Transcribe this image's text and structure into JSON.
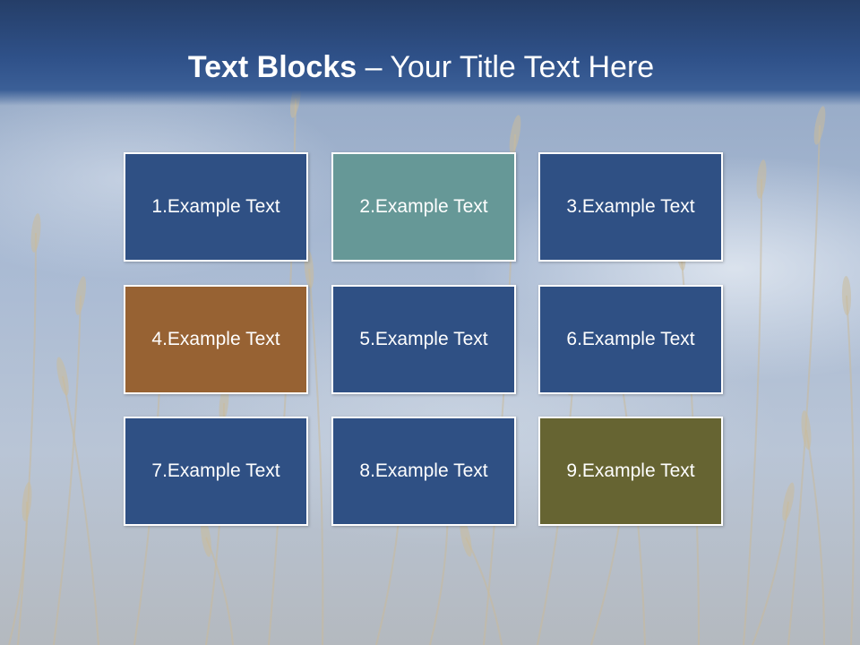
{
  "title": {
    "bold": "Text Blocks",
    "separator": " – ",
    "rest": "Your Title Text Here"
  },
  "colors": {
    "blue": "#2f5084",
    "teal": "#669897",
    "brown": "#976233",
    "olive": "#666432"
  },
  "blocks": [
    {
      "label": "1.Example Text",
      "color": "#2f5084"
    },
    {
      "label": "2.Example Text",
      "color": "#669897"
    },
    {
      "label": "3.Example Text",
      "color": "#2f5084"
    },
    {
      "label": "4.Example Text",
      "color": "#976233"
    },
    {
      "label": "5.Example Text",
      "color": "#2f5084"
    },
    {
      "label": "6.Example Text",
      "color": "#2f5084"
    },
    {
      "label": "7.Example Text",
      "color": "#2f5084"
    },
    {
      "label": "8.Example Text",
      "color": "#2f5084"
    },
    {
      "label": "9.Example Text",
      "color": "#666432"
    }
  ]
}
